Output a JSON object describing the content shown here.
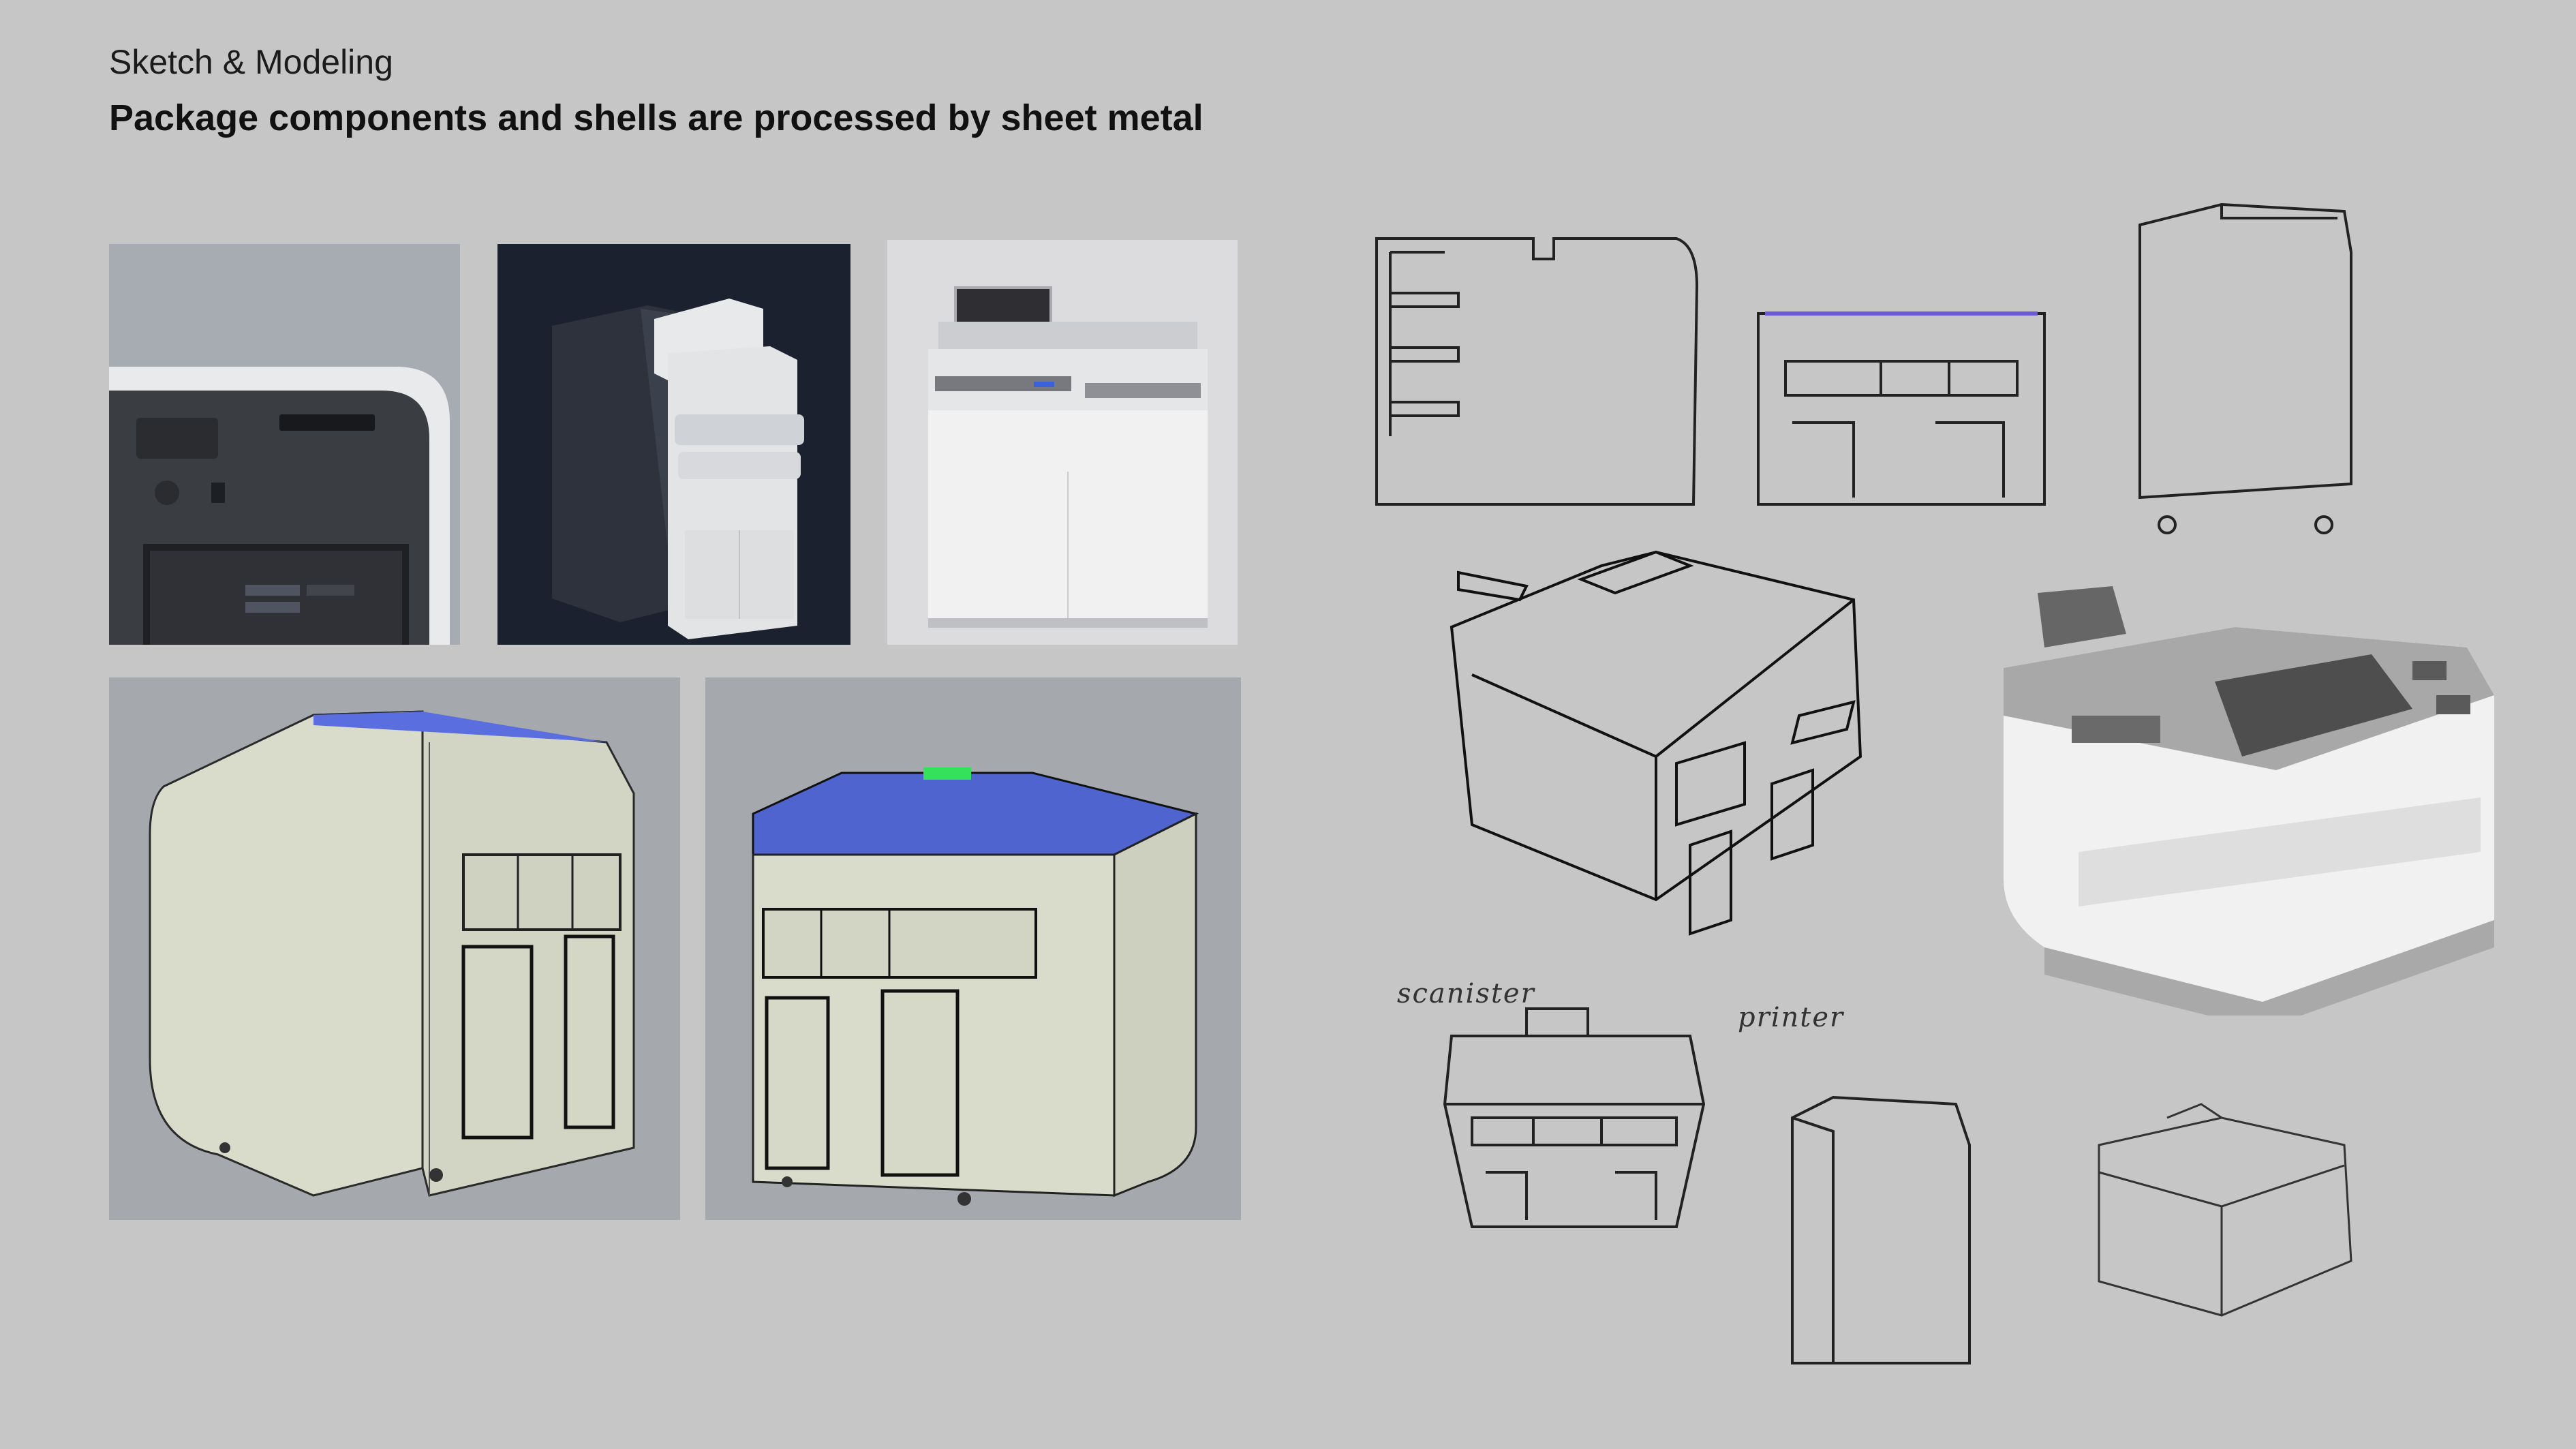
{
  "header": {
    "subtitle": "Sketch & Modeling",
    "title": "Package components and shells are processed by sheet metal"
  },
  "gallery": {
    "renders": [
      {
        "name": "closeup-render"
      },
      {
        "name": "dark-studio-render"
      },
      {
        "name": "front-render"
      },
      {
        "name": "cad-model-side"
      },
      {
        "name": "cad-model-top"
      }
    ]
  },
  "sketches": {
    "annotations": {
      "left_label": "scanister",
      "right_label": "printer"
    }
  },
  "colors": {
    "background": "#c6c6c6",
    "render_grey": "#a4a8ad",
    "dark_backdrop": "#1d2230",
    "cad_shell": "#d9dccb",
    "accent_blue": "#4a63d6",
    "accent_green": "#35e05a"
  }
}
